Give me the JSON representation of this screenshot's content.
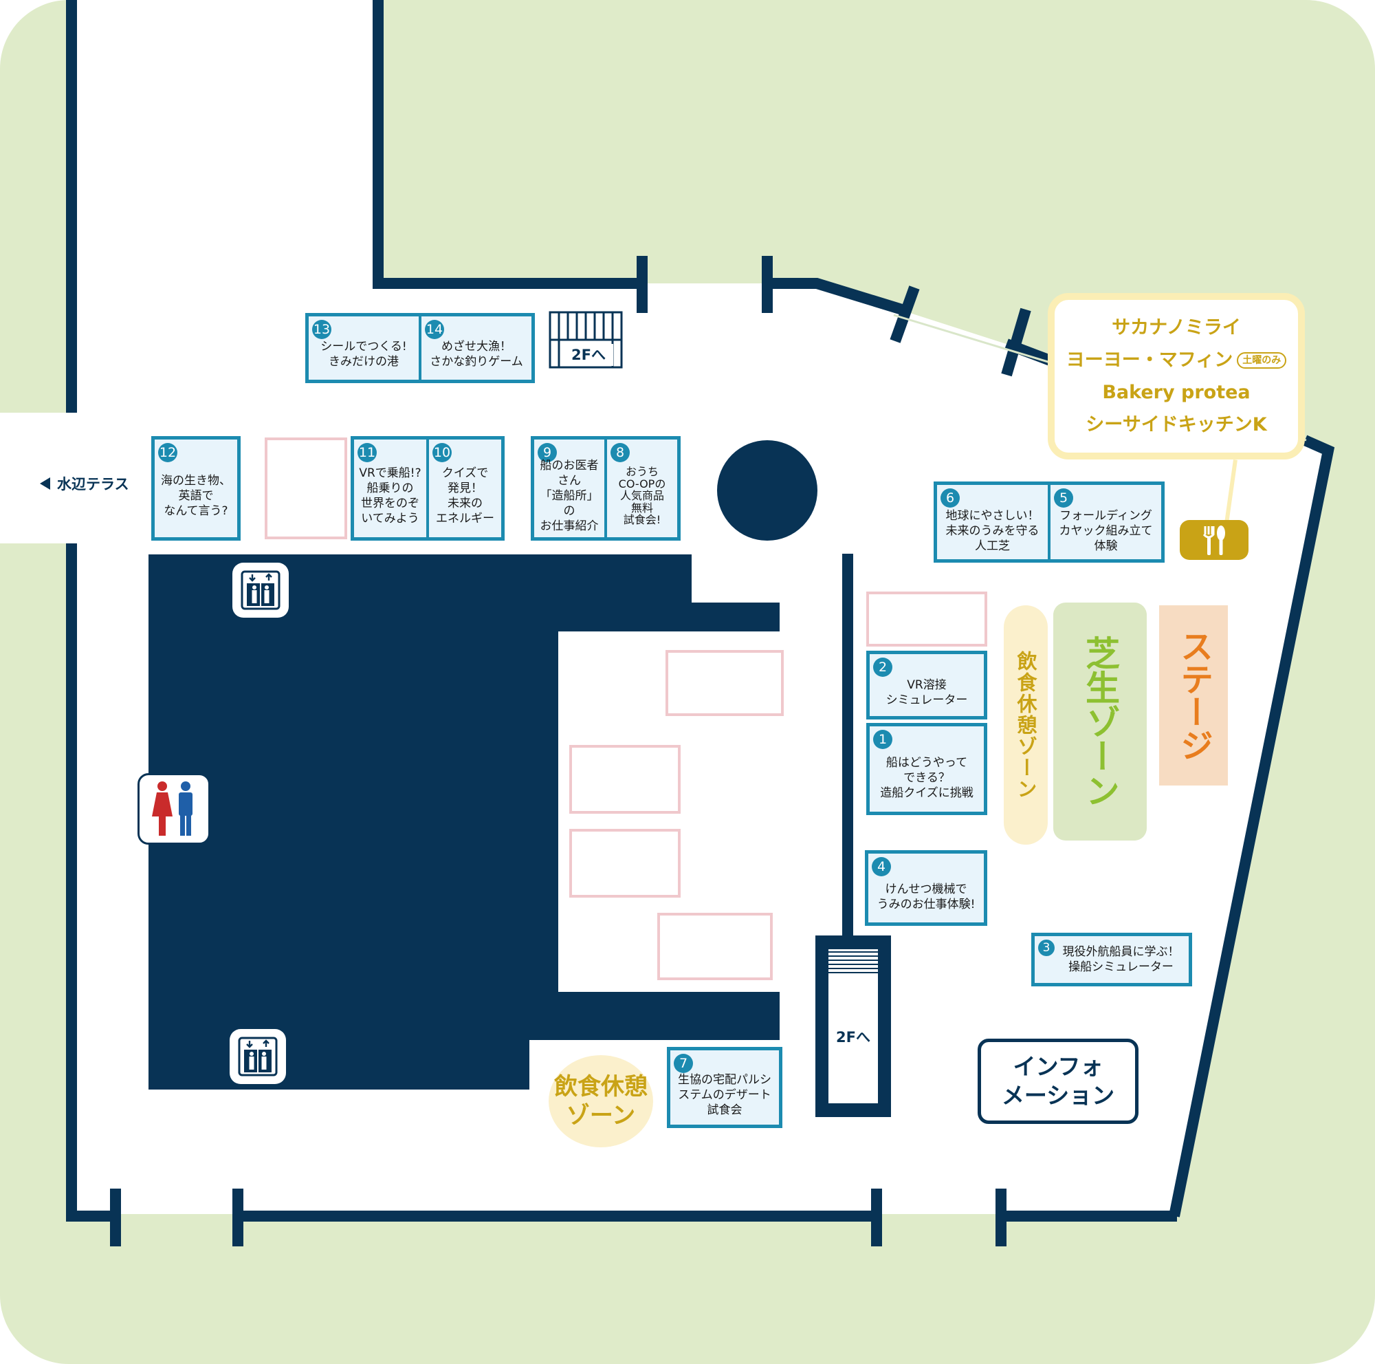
{
  "colors": {
    "wall": "#083355",
    "lawn_bg": "#dfebc9",
    "booth_border": "#1c8bb0",
    "booth_fill": "#e8f4fb",
    "empty_booth_border": "#f0c8cc",
    "food_text": "#c9a316",
    "lawn_zone": "#8dc031",
    "stage_text": "#e87d1e",
    "toilet_female": "#c92b2b",
    "toilet_male": "#1f5fa8"
  },
  "labels": {
    "terrace": "水辺テラス",
    "stairs_upper": "2Fへ",
    "stairs_lower": "2Fへ",
    "information_line1": "インフォ",
    "information_line2": "メーション"
  },
  "booths": [
    {
      "no": "1",
      "text": "船はどうやって\nできる？\n造船クイズに挑戦"
    },
    {
      "no": "2",
      "text": "VR溶接\nシミュレーター"
    },
    {
      "no": "3",
      "text": "現役外航船員に学ぶ！\n操船シミュレーター"
    },
    {
      "no": "4",
      "text": "けんせつ機械で\nうみのお仕事体験!"
    },
    {
      "no": "5",
      "text": "フォールディング\nカヤック組み立て\n体験"
    },
    {
      "no": "6",
      "text": "地球にやさしい！\n未来のうみを守る\n人工芝"
    },
    {
      "no": "7",
      "text": "生協の宅配パルシ\nステムのデザート\n試食会"
    },
    {
      "no": "8",
      "text": "おうち\nCO-OPの\n人気商品\n無料\n試食会!"
    },
    {
      "no": "9",
      "text": "船のお医者\nさん\n「造船所」の\nお仕事紹介"
    },
    {
      "no": "10",
      "text": "クイズで\n発見！\n未来の\nエネルギー"
    },
    {
      "no": "11",
      "text": "VRで乗船!?\n船乗りの\n世界をのぞ\nいてみよう"
    },
    {
      "no": "12",
      "text": "海の生き物、\n英語で\nなんて言う?"
    },
    {
      "no": "13",
      "text": "シールでつくる!\nきみだけの港"
    },
    {
      "no": "14",
      "text": "めざせ大漁！\nさかな釣りゲーム"
    }
  ],
  "zones": {
    "food_rest_vertical": "飲食休憩ゾーン",
    "food_rest_bottom_line1": "飲食休憩",
    "food_rest_bottom_line2": "ゾーン",
    "lawn": "芝生ゾーン",
    "stage": "ステージ"
  },
  "food_vendors": {
    "vendor1": "サカナノミライ",
    "vendor2": "ヨーヨー・マフィン",
    "vendor2_note": "土曜のみ",
    "vendor3": "Bakery protea",
    "vendor4": "シーサイドキッチンK"
  },
  "icons": {
    "elevator": "elevator-icon",
    "toilet": "restroom-icon",
    "food": "fork-knife-icon",
    "terrace_arrow": "triangle-left-icon"
  }
}
